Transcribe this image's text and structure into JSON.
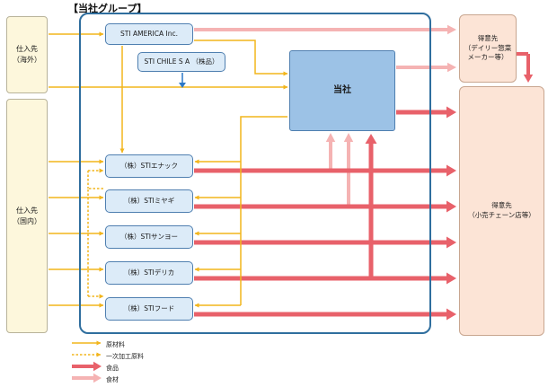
{
  "group_title": "【当社グループ】",
  "suppliers": {
    "overseas": "仕入先\n（海外）",
    "domestic": "仕入先\n（国内）"
  },
  "company": "当社",
  "subsidiaries": [
    "STI AMERICA Inc.",
    "STI CHILE S A （株品）",
    "（株）STIエナック",
    "（株）STIミヤギ",
    "（株）STIサンヨー",
    "（株）STIデリカ",
    "（株）STIフード"
  ],
  "customers": {
    "deli": "得意先\n（デイリー惣菜\nメーカー等）",
    "chain": "得意先\n（小売チェーン店等）"
  },
  "legend": [
    {
      "label": "原材料",
      "style": "yellow-solid"
    },
    {
      "label": "一次加工原料",
      "style": "yellow-dotted"
    },
    {
      "label": "食品",
      "style": "red"
    },
    {
      "label": "食材",
      "style": "pink"
    }
  ],
  "colors": {
    "raw_material": "#f2b51c",
    "food": "#e8616a",
    "ingredient": "#f5b3b3",
    "group_border": "#2f6e9e"
  }
}
